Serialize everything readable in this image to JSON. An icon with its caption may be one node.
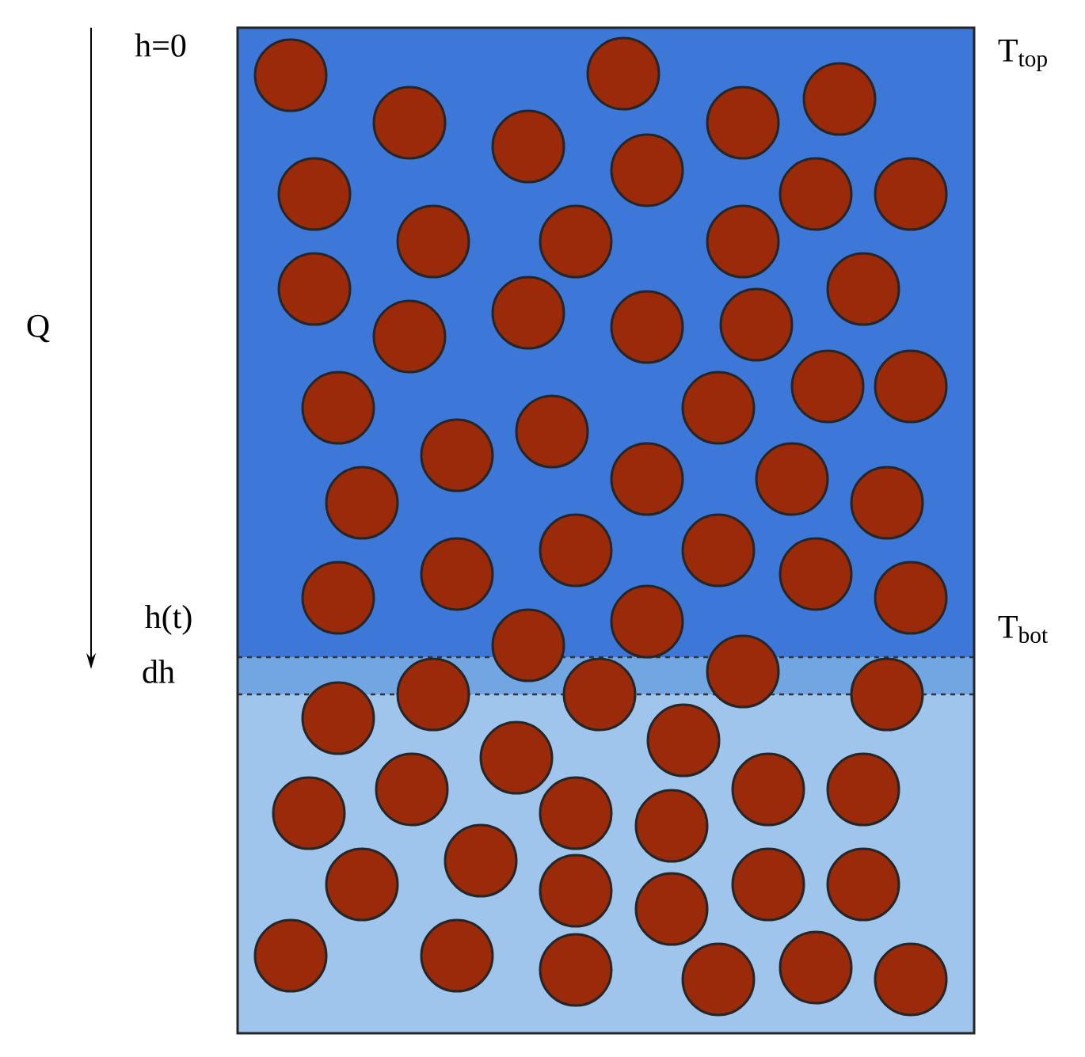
{
  "diagram": {
    "labels": [
      "h=0",
      "Q",
      "h(t)",
      "dh",
      "T$_{top}$",
      "T$_{bot}$"
    ]
  }
}
